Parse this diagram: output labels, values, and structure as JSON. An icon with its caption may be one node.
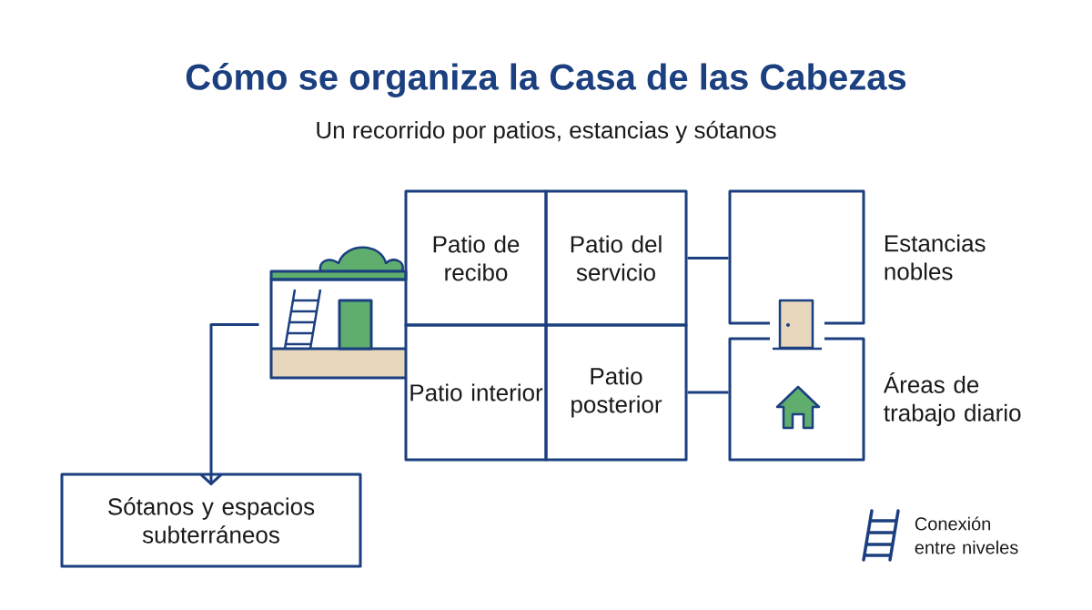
{
  "diagram": {
    "title": "Cómo se organiza la Casa de las Cabezas",
    "nodes": [
      {
        "text": [],
        "shape": "picture"
      },
      {
        "text": [
          "Patio de recibo"
        ]
      },
      {
        "text": [
          "Patio del servicio"
        ]
      },
      {
        "text": [
          "Patio interior"
        ]
      },
      {
        "text": [
          "Patio posterior"
        ]
      },
      {
        "text": [],
        "shape": "box",
        "beside": [
          "Estancias nobles"
        ]
      },
      {
        "text": [],
        "shape": "box",
        "beside": [
          "Áreas de trabajo diario"
        ]
      },
      {
        "text": [
          "Sótanos y espacios subterráneos"
        ]
      }
    ],
    "edges": [
      {
        "from": 0,
        "to": 7,
        "arrow": "to"
      },
      {
        "from": 2,
        "to": 5,
        "arrow": "none"
      },
      {
        "from": 4,
        "to": 6,
        "arrow": "none"
      }
    ],
    "labels": [
      "Un recorrido por patios, estancias y sótanos"
    ],
    "legend": [
      {
        "text": "Conexión entre niveles"
      }
    ]
  }
}
